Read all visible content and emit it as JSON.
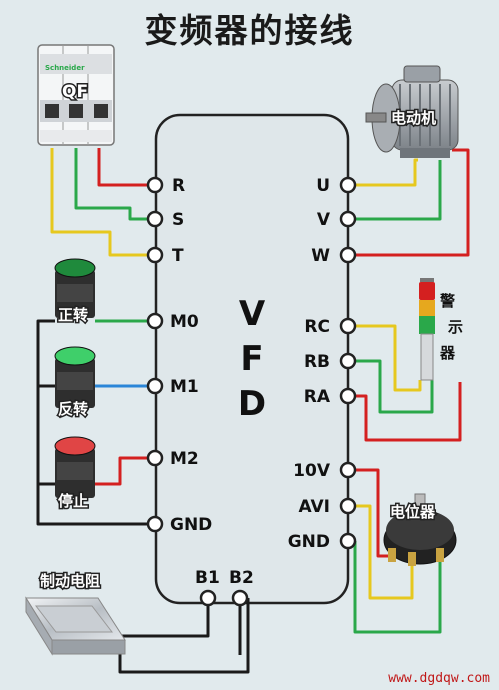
{
  "title": "变频器的接线",
  "vfd": {
    "letters": [
      "V",
      "F",
      "D"
    ]
  },
  "left_terminals": [
    "R",
    "S",
    "T",
    "M0",
    "M1",
    "M2",
    "GND"
  ],
  "right_terminals": [
    "U",
    "V",
    "W",
    "RC",
    "RB",
    "RA",
    "10V",
    "AVI",
    "GND"
  ],
  "bottom_terminals": [
    "B1",
    "B2"
  ],
  "components": {
    "breaker": "QF",
    "motor": "电动机",
    "forward_button": "正转",
    "reverse_button": "反转",
    "stop_button": "停止",
    "alarm_light": [
      "警",
      "示",
      "器"
    ],
    "potentiometer": "电位器",
    "brake_resistor": "制动电阻"
  },
  "footer": "www.dgdqw.com",
  "colors": {
    "red": "#d42020",
    "green": "#2aa84a",
    "yellow": "#e6c81e",
    "blue": "#2a86d8",
    "black": "#1a1a1a"
  }
}
